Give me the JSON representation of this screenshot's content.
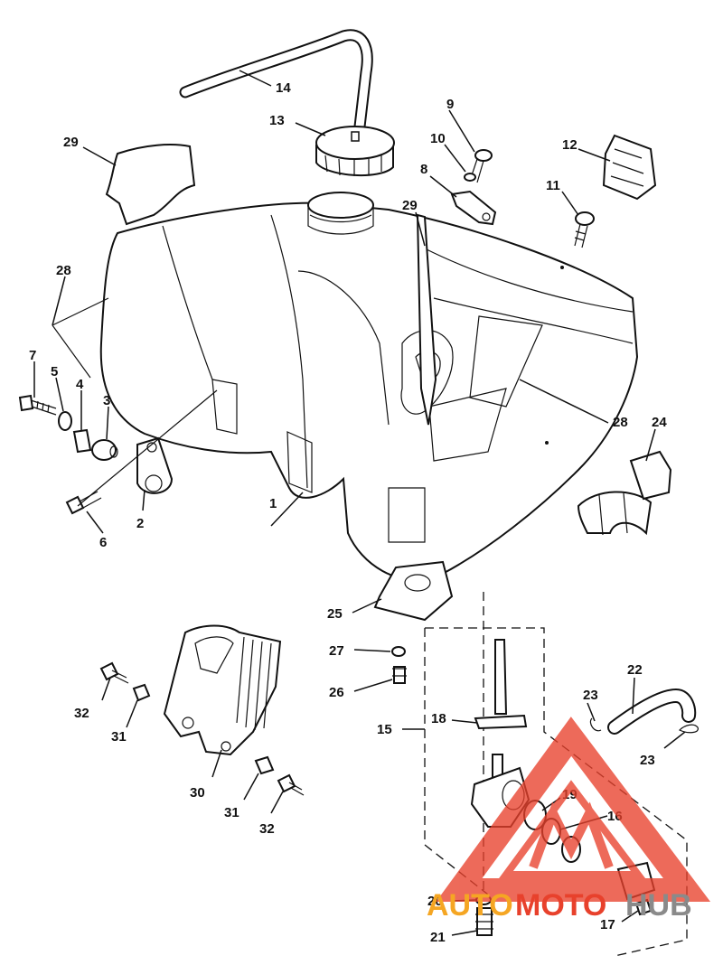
{
  "labels": {
    "l1": "1",
    "l2": "2",
    "l3": "3",
    "l4": "4",
    "l5": "5",
    "l6": "6",
    "l7": "7",
    "l8": "8",
    "l9": "9",
    "l10": "10",
    "l11": "11",
    "l12": "12",
    "l13": "13",
    "l14": "14",
    "l15": "15",
    "l16": "16",
    "l17": "17",
    "l18": "18",
    "l19": "19",
    "l20": "20",
    "l21": "21",
    "l22": "22",
    "l23a": "23",
    "l23b": "23",
    "l24": "24",
    "l25": "25",
    "l26": "26",
    "l27": "27",
    "l28a": "28",
    "l28b": "28",
    "l29a": "29",
    "l29b": "29",
    "l30": "30",
    "l31a": "31",
    "l31b": "31",
    "l32a": "32",
    "l32b": "32"
  },
  "watermark": {
    "part1": "AUTO",
    "part2": "MOTO",
    "part3": "HUB",
    "color_orange": "#f5a623",
    "color_red": "#e8412c",
    "color_gray": "#8a8a8a"
  }
}
